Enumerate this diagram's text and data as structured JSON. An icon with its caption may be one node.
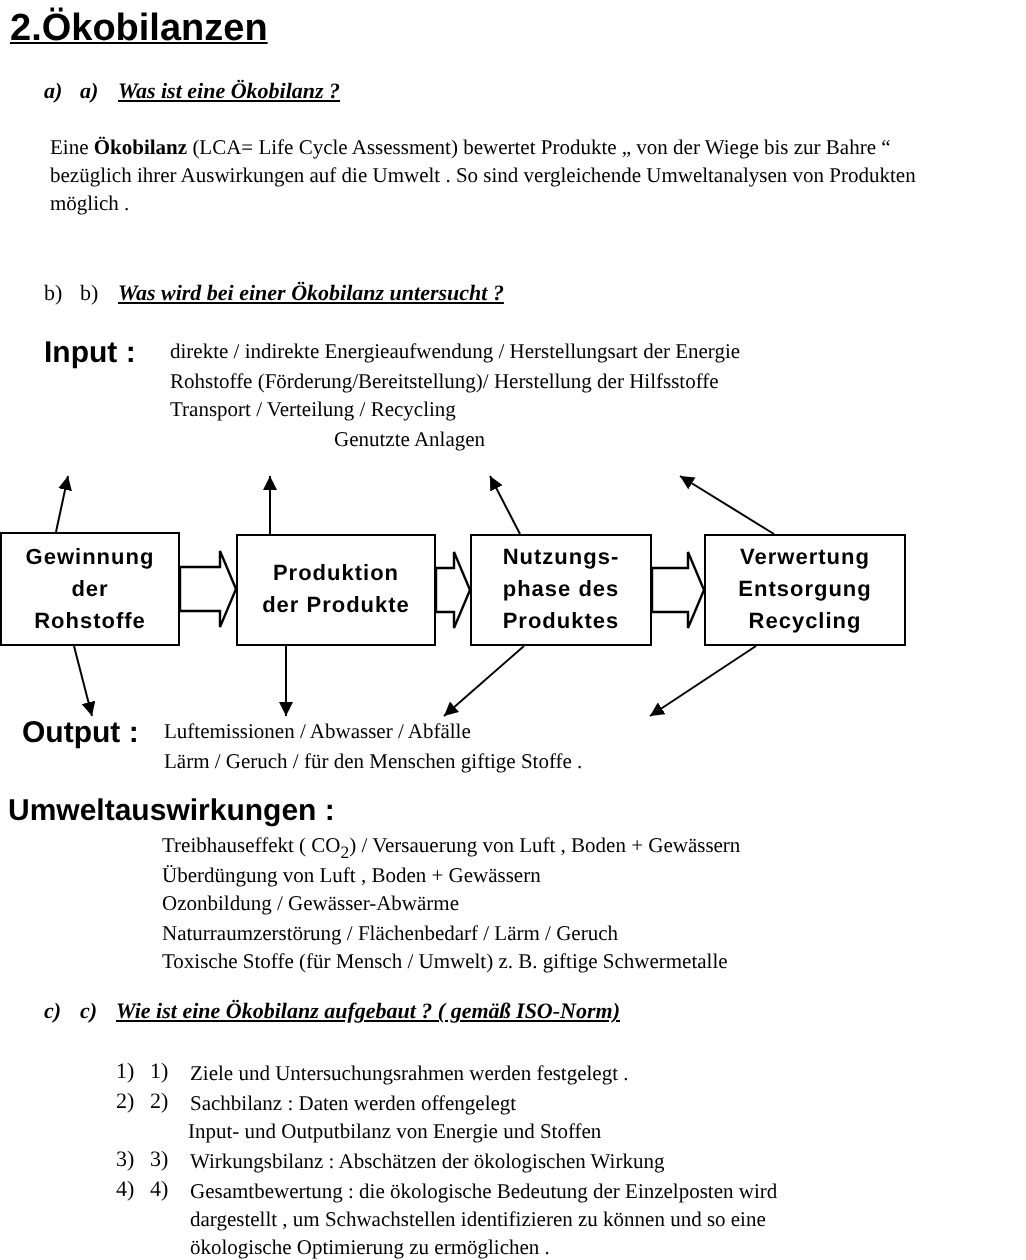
{
  "diagram": {
    "title": "2.Ökobilanzen",
    "nodes": [
      {
        "text": [
          "Input :",
          "direkte / indirekte Energieaufwendung  / Herstellungsart der Energie",
          "Rohstoffe (Förderung/Bereitstellung)/ Herstellung der Hilfsstoffe",
          "Transport  /  Verteilung  / Recycling",
          "Genutzte Anlagen"
        ]
      },
      {
        "text": [
          "Gewinnung der Rohstoffe"
        ]
      },
      {
        "text": [
          "Produktion der Produkte"
        ]
      },
      {
        "text": [
          "Nutzungs- phase des Produktes"
        ]
      },
      {
        "text": [
          "Verwertung Entsorgung Recycling"
        ]
      },
      {
        "text": [
          "Output :",
          "Luftemissionen / Abwasser / Abfälle",
          "Lärm / Geruch / für den Menschen giftige Stoffe ."
        ]
      }
    ],
    "edges": [
      {
        "from": 1,
        "to": 0,
        "arrow": "to"
      },
      {
        "from": 2,
        "to": 0,
        "arrow": "to"
      },
      {
        "from": 3,
        "to": 0,
        "arrow": "to"
      },
      {
        "from": 4,
        "to": 0,
        "arrow": "to"
      },
      {
        "from": 1,
        "to": 2,
        "arrow": "to",
        "style": "thick"
      },
      {
        "from": 2,
        "to": 3,
        "arrow": "to",
        "style": "thick"
      },
      {
        "from": 3,
        "to": 4,
        "arrow": "to",
        "style": "thick"
      },
      {
        "from": 1,
        "to": 5,
        "arrow": "to"
      },
      {
        "from": 2,
        "to": 5,
        "arrow": "to"
      },
      {
        "from": 3,
        "to": 5,
        "arrow": "to"
      },
      {
        "from": 4,
        "to": 5,
        "arrow": "to"
      }
    ],
    "labels": [
      "a)",
      "a)",
      "Was ist eine Ökobilanz ?",
      "Eine **Ökobilanz**  (LCA= Life Cycle Assessment) bewertet Produkte „ von der Wiege bis zur Bahre “ bezüglich ihrer Auswirkungen auf die Umwelt . So sind vergleichende Umweltanalysen von Produkten möglich .",
      "b)",
      "b)",
      "Was wird bei einer Ökobilanz untersucht ?",
      "Umweltauswirkungen :",
      "Treibhauseffekt ( CO$_{2}$)  / Versauerung von Luft , Boden + Gewässern",
      "Überdüngung von Luft , Boden + Gewässern",
      "Ozonbildung  / Gewässer-Abwärme",
      "Naturraumzerstörung / Flächenbedarf  / Lärm  / Geruch",
      "Toxische Stoffe (für Mensch / Umwelt)  z. B. giftige Schwermetalle",
      "c)",
      "c)",
      "Wie ist eine Ökobilanz aufgebaut ?  ( gemäß ISO-Norm)",
      "1)",
      "1)",
      "Ziele und Untersuchungsrahmen werden festgelegt .",
      "2)",
      "2)",
      "Sachbilanz : Daten  werden offengelegt",
      "Input- und Outputbilanz von Energie und Stoffen",
      "3)",
      "3)",
      "Wirkungsbilanz : Abschätzen der ökologischen Wirkung",
      "4)",
      "4)",
      "Gesamtbewertung : die ökologische Bedeutung der Einzelposten wird dargestellt , um Schwachstellen identifizieren zu können und so eine ökologische Optimierung zu ermöglichen ."
    ]
  }
}
